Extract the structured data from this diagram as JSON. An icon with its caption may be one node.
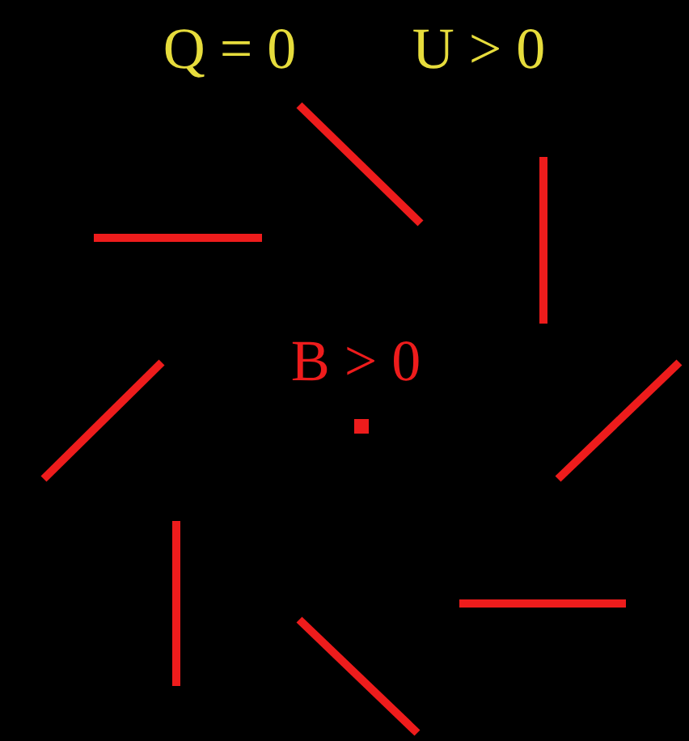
{
  "diagram": {
    "labels": [
      "Q = 0",
      "U > 0",
      "B > 0"
    ]
  }
}
